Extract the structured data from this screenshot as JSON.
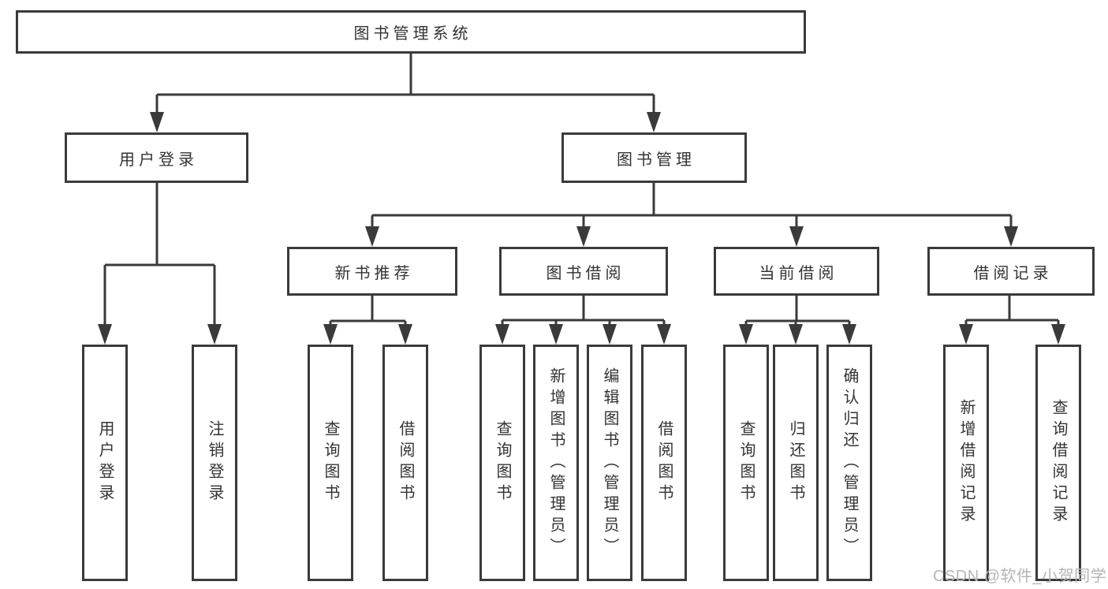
{
  "diagram_title": "图书管理系统",
  "nodes": {
    "root": "图书管理系统",
    "user_login": "用户登录",
    "book_mgmt": "图书管理",
    "new_book_rec": "新书推荐",
    "book_borrow": "图书借阅",
    "current_borrow": "当前借阅",
    "borrow_record": "借阅记录",
    "ul_login": "用户登录",
    "ul_logout": "注销登录",
    "nb_query": "查询图书",
    "nb_borrow": "借阅图书",
    "bb_query": "查询图书",
    "bb_add": "新增图书（管理员）",
    "bb_edit": "编辑图书（管理员）",
    "bb_borrow": "借阅图书",
    "cb_query": "查询图书",
    "cb_return": "归还图书",
    "cb_confirm": "确认归还（管理员）",
    "br_add": "新增借阅记录",
    "br_query": "查询借阅记录"
  },
  "colors": {
    "line": "#3a3a3a",
    "border": "#3a3a3a",
    "text": "#333333",
    "background": "#ffffff",
    "watermark": "#b5b5b5"
  },
  "watermark": {
    "text": "CSDN @软件_小贺同学"
  }
}
